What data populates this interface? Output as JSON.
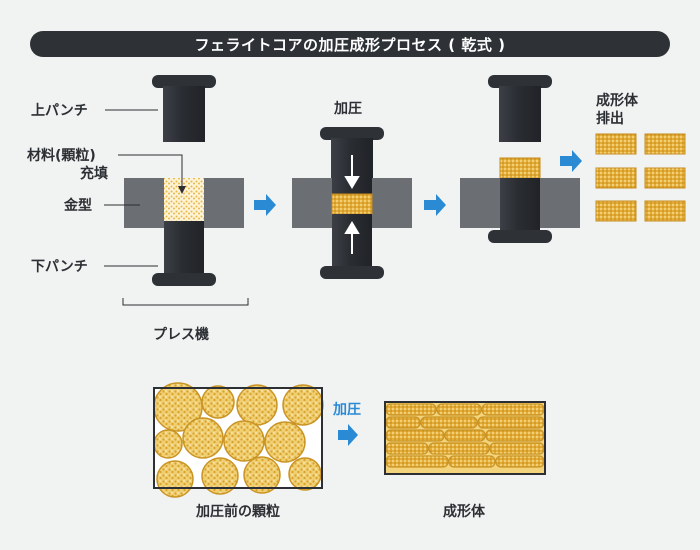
{
  "title": "フェライトコアの加圧成形プロセス ( 乾式 )",
  "labels": {
    "upper_punch": "上パンチ",
    "material_line1": "材料(顆粒)",
    "material_line2": "充填",
    "die": "金型",
    "lower_punch": "下パンチ",
    "press": "プレス機",
    "pressurize": "加圧",
    "eject_line1": "成形体",
    "eject_line2": "排出",
    "pressurize_small": "加圧",
    "before_caption": "加圧前の顆粒",
    "after_caption": "成形体"
  },
  "colors": {
    "banner": "#2e3237",
    "punch": "#2e3237",
    "die": "#6b6e72",
    "material": "#e6b43c",
    "arrow": "#2a8ad4",
    "background": "#f1f2f2"
  }
}
